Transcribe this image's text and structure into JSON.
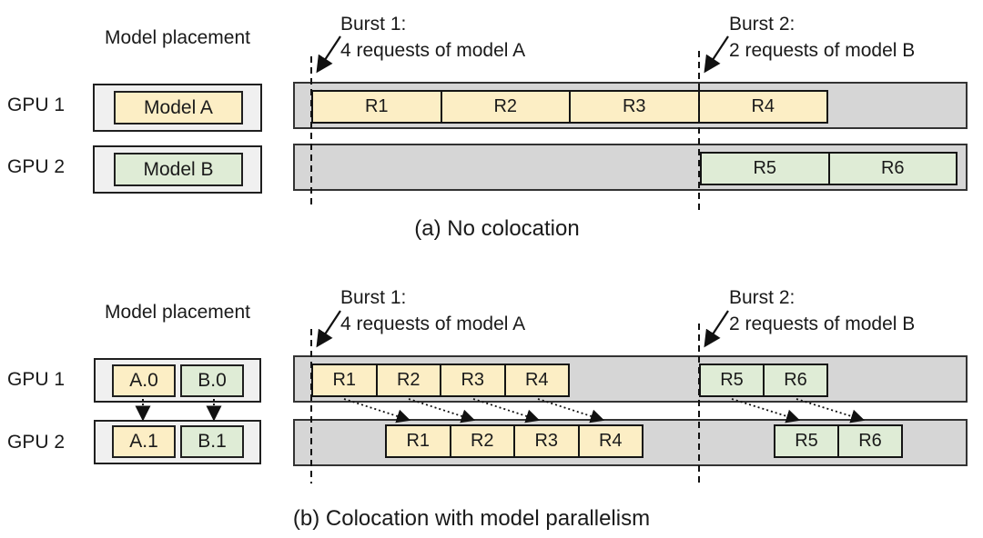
{
  "colors": {
    "block_yellow": "#fceec5",
    "block_green": "#dfecd6",
    "timeline_gray": "#d6d6d6",
    "placement_gray": "#f0f0f0",
    "line_black": "#1a1a1a"
  },
  "section_a": {
    "placement_title": "Model placement",
    "gpu1_label": "GPU 1",
    "gpu2_label": "GPU 2",
    "model_a_label": "Model A",
    "model_b_label": "Model B",
    "burst1": {
      "line1": "Burst 1:",
      "line2": "4 requests of model A"
    },
    "burst2": {
      "line1": "Burst 2:",
      "line2": "2 requests of model B"
    },
    "gpu1_blocks": [
      "R1",
      "R2",
      "R3",
      "R4"
    ],
    "gpu2_blocks": [
      "R5",
      "R6"
    ],
    "caption": "(a) No colocation"
  },
  "section_b": {
    "placement_title": "Model placement",
    "gpu1_label": "GPU 1",
    "gpu2_label": "GPU 2",
    "gpu1_shards": [
      "A.0",
      "B.0"
    ],
    "gpu2_shards": [
      "A.1",
      "B.1"
    ],
    "burst1": {
      "line1": "Burst 1:",
      "line2": "4 requests of model A"
    },
    "burst2": {
      "line1": "Burst 2:",
      "line2": "2 requests of model B"
    },
    "gpu1_blocks_modelA": [
      "R1",
      "R2",
      "R3",
      "R4"
    ],
    "gpu1_blocks_modelB": [
      "R5",
      "R6"
    ],
    "gpu2_blocks_modelA": [
      "R1",
      "R2",
      "R3",
      "R4"
    ],
    "gpu2_blocks_modelB": [
      "R5",
      "R6"
    ],
    "caption": "(b) Colocation with model parallelism"
  }
}
